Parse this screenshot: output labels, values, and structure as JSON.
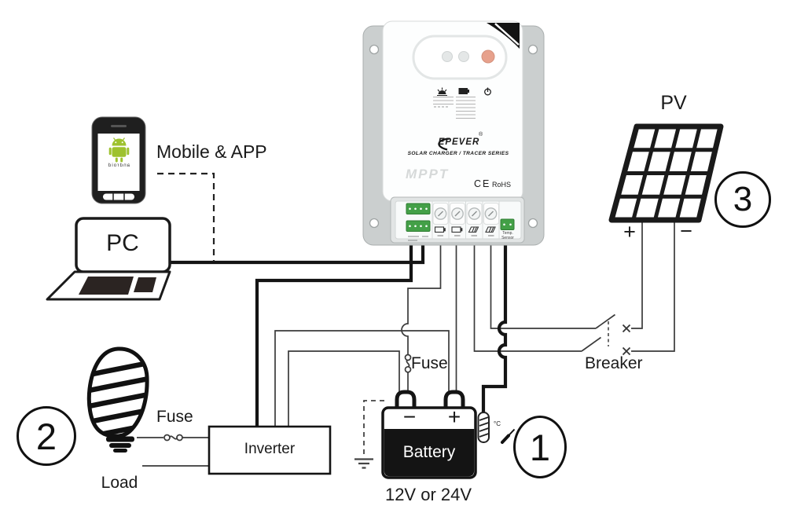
{
  "labels": {
    "pv": "PV",
    "pv_plus": "+",
    "pv_minus": "−",
    "mobile_app": "Mobile & APP",
    "pc": "PC",
    "fuse_battery": "Fuse",
    "fuse_load": "Fuse",
    "breaker": "Breaker",
    "load": "Load",
    "inverter": "Inverter",
    "battery": "Battery",
    "battery_minus": "−",
    "battery_plus": "+",
    "battery_voltage": "12V or 24V",
    "celsius": "°C",
    "android": "android"
  },
  "callouts": {
    "battery_step": "1",
    "load_step": "2",
    "pv_step": "3"
  },
  "controller": {
    "brand": "EPEVER",
    "registered": "®",
    "series_line": "SOLAR CHARGER / TRACER SERIES",
    "technology": "MPPT",
    "ce_mark": "CE",
    "rohs": "RoHS",
    "temp_sensor_line1": "Temp.",
    "temp_sensor_line2": "Sensor"
  },
  "colors": {
    "thin_wire": "#3a3a3a",
    "thick_wire": "#141414",
    "terminal_green": "#43a047",
    "android_green": "#9ec22f",
    "led_orange": "#e7a18c",
    "bracket_gray": "#cbcfcf",
    "watermark_gray": "#d6d9d9"
  }
}
